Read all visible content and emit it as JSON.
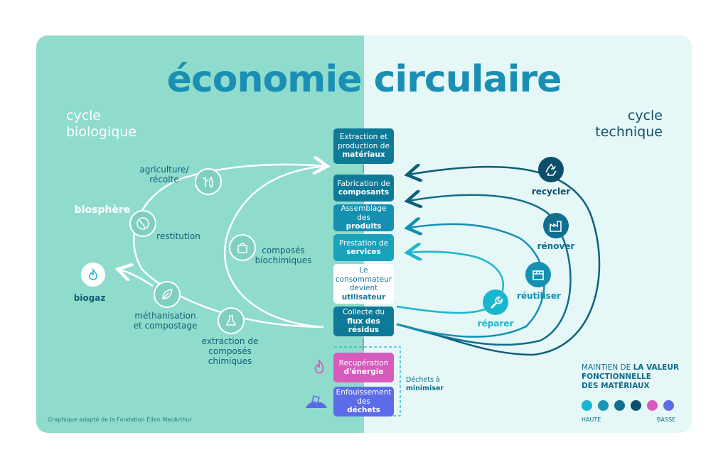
{
  "title": {
    "part1": "économie",
    "part2": "circulaire"
  },
  "cycles": {
    "biological": [
      "cycle",
      "biologique"
    ],
    "technical": [
      "cycle",
      "technique"
    ]
  },
  "biological": {
    "agriculture": [
      "agriculture/",
      "récolte"
    ],
    "biosphere": "biosphère",
    "restitution": "restitution",
    "biogaz": "biogaz",
    "methanisation": [
      "méthanisation",
      "et compostage"
    ],
    "extraction_chimiques": [
      "extraction de",
      "composés",
      "chimiques"
    ],
    "composes_biochimiques": [
      "composés",
      "biochimiques"
    ]
  },
  "chain": [
    {
      "normal": "Extraction et production de",
      "bold": "matériaux",
      "color": "#0e7a98"
    },
    {
      "normal": "Fabrication de",
      "bold": "composants",
      "color": "#0e7a98"
    },
    {
      "normal": "Assemblage des",
      "bold": "produits",
      "color": "#1590b0"
    },
    {
      "normal": "Prestation de",
      "bold": "services",
      "color": "#1aa2bd"
    },
    {
      "normal": "Le consommateur devient",
      "bold": "utilisateur",
      "color": "#ffffff"
    },
    {
      "normal": "Collecte du",
      "bold": "flux des résidus",
      "color": "#0e7a98"
    }
  ],
  "losses": [
    {
      "normal": "Recupération",
      "bold": "d'énergie",
      "color": "#d65bbd"
    },
    {
      "normal": "Enfouissement des",
      "bold": "déchets",
      "color": "#5c6be8"
    }
  ],
  "dechets_label": [
    "Déchets à",
    "minimiser"
  ],
  "technical": {
    "recycler": "recycler",
    "renover": "rénover",
    "reutiliser": "réutiliser",
    "reparer": "réparer"
  },
  "legend": {
    "title_normal": "MAINTIEN DE",
    "title_bold_1": "LA VALEUR",
    "title_bold_2": "FONCTIONNELLE",
    "title_bold_3": "DES MATÉRIAUX",
    "high": "HAUTE",
    "low": "BASSE",
    "colors": [
      "#1ab6cf",
      "#1894b5",
      "#106e8e",
      "#0c4f6a",
      "#d65bbd",
      "#5c6be8"
    ]
  },
  "credit": "Graphique adapté de la Fondation Ellen MacArthur"
}
